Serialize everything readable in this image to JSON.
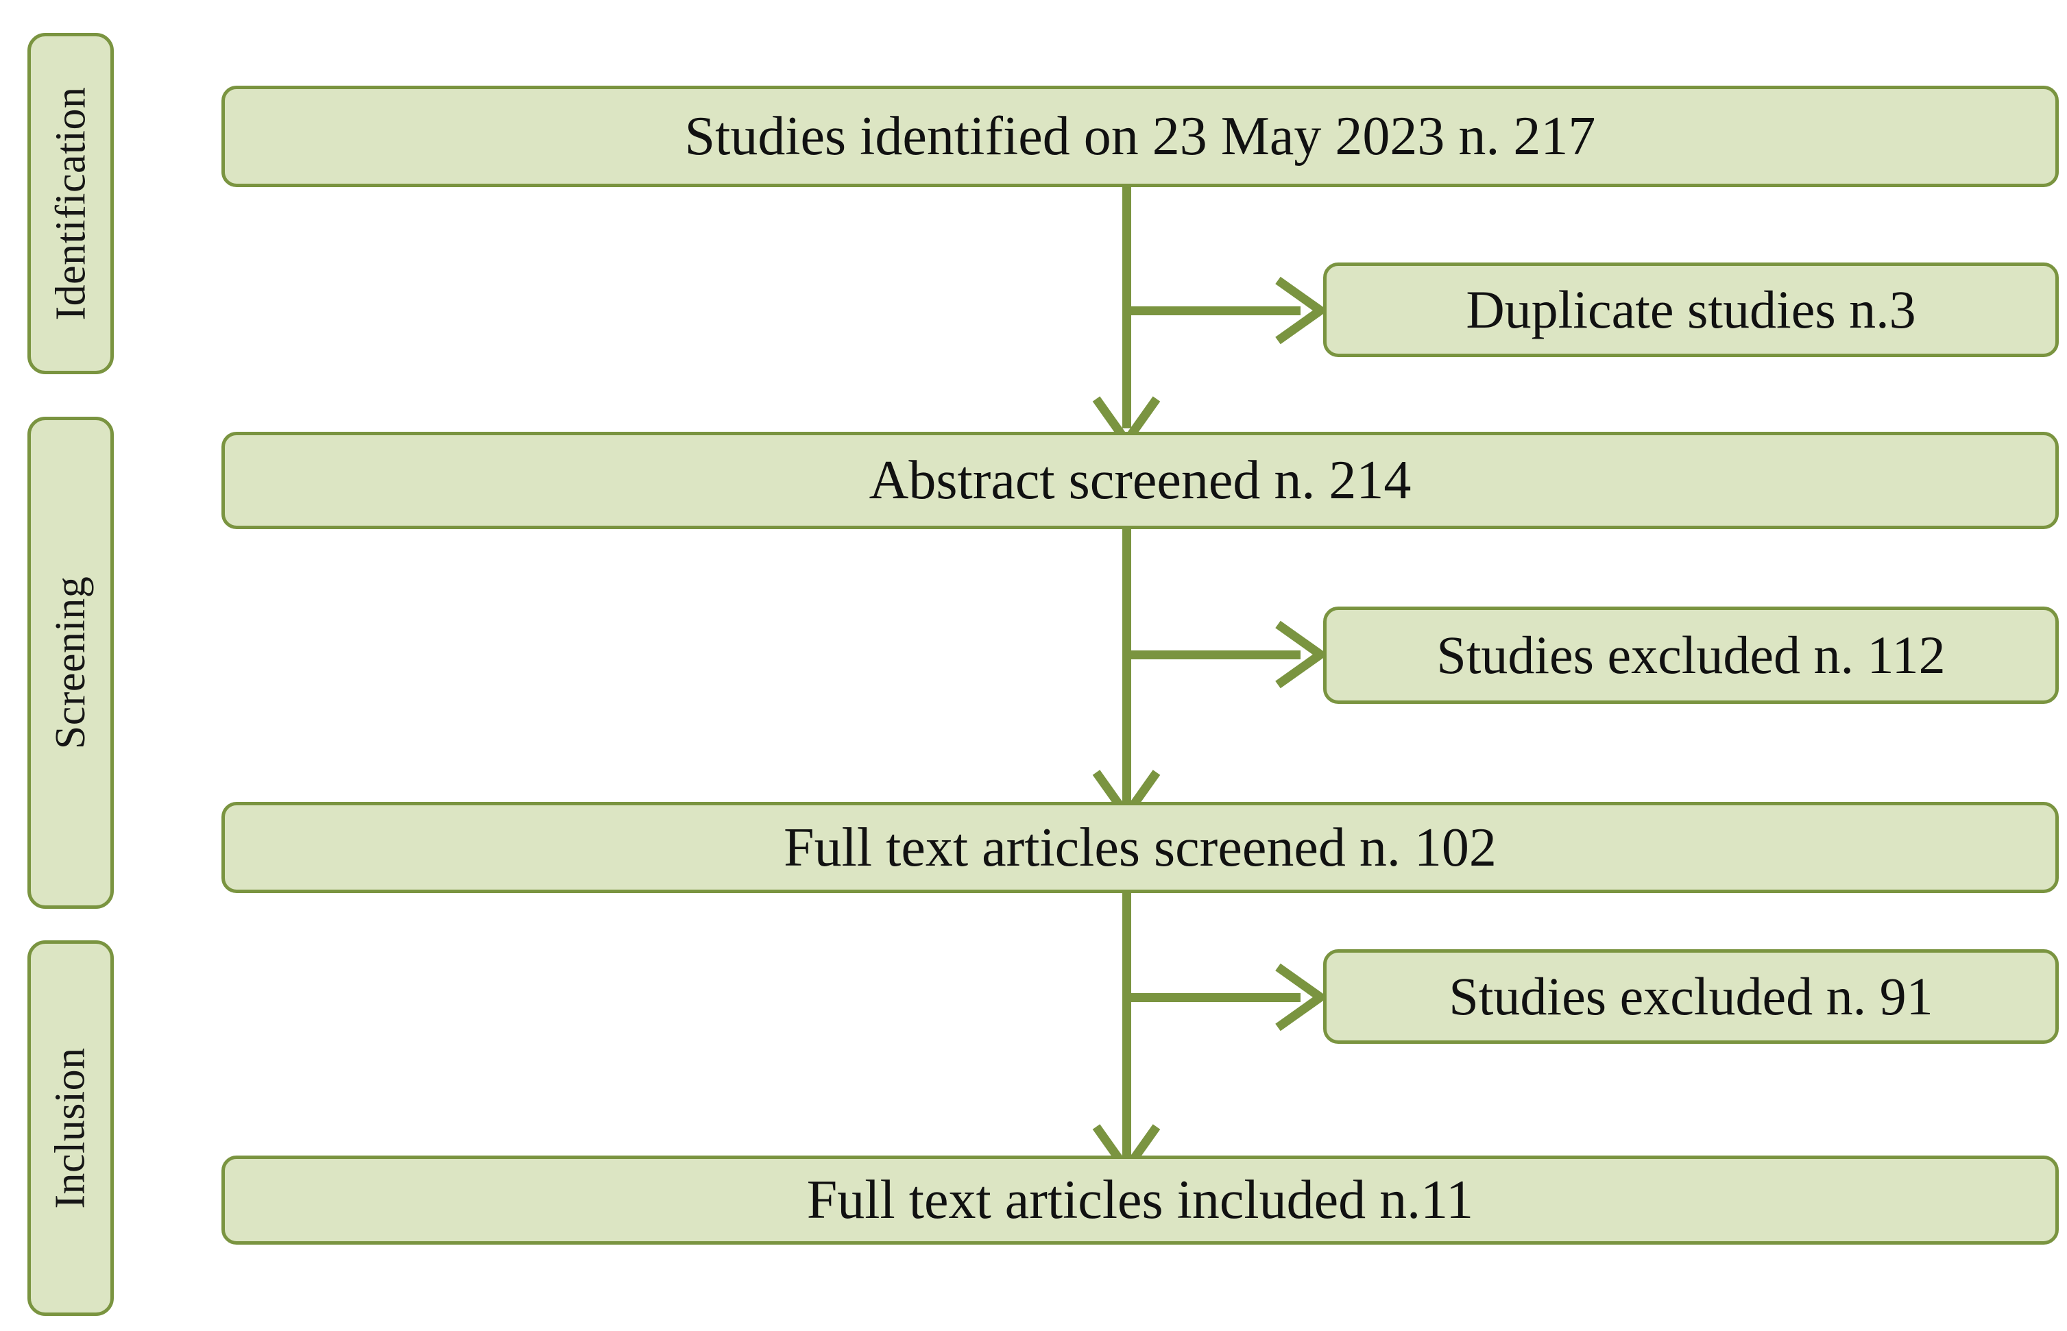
{
  "figure": {
    "type": "prisma-flow-diagram",
    "accent_color": "#7a9440",
    "box_fill_color": "#dce5c3",
    "text_color": "#111111"
  },
  "stages": [
    {
      "id": "identification",
      "label": "Identification"
    },
    {
      "id": "screening",
      "label": "Screening"
    },
    {
      "id": "inclusion",
      "label": "Inclusion"
    }
  ],
  "flow_boxes": [
    {
      "id": "identified",
      "label": "Studies identified on 23 May 2023 n. 217"
    },
    {
      "id": "abstract-screened",
      "label": "Abstract screened n. 214"
    },
    {
      "id": "fulltext-screened",
      "label": "Full text articles screened n. 102"
    },
    {
      "id": "fulltext-included",
      "label": "Full text articles included n.11"
    }
  ],
  "exclusion_boxes": [
    {
      "id": "duplicates",
      "label": "Duplicate studies n.3"
    },
    {
      "id": "excluded-112",
      "label": "Studies excluded n. 112"
    },
    {
      "id": "excluded-91",
      "label": "Studies excluded n. 91"
    }
  ],
  "chart_data": {
    "type": "diagram",
    "title": "PRISMA study selection flow",
    "nodes": [
      {
        "id": "identified",
        "stage": "Identification",
        "text": "Studies identified on 23 May 2023 n. 217",
        "n": 217
      },
      {
        "id": "duplicates",
        "stage": "Identification",
        "text": "Duplicate studies n.3",
        "n": 3
      },
      {
        "id": "abstract-screened",
        "stage": "Screening",
        "text": "Abstract screened n. 214",
        "n": 214
      },
      {
        "id": "excluded-112",
        "stage": "Screening",
        "text": "Studies excluded n. 112",
        "n": 112
      },
      {
        "id": "fulltext-screened",
        "stage": "Screening",
        "text": "Full text articles screened n. 102",
        "n": 102
      },
      {
        "id": "excluded-91",
        "stage": "Inclusion",
        "text": "Studies excluded n. 91",
        "n": 91
      },
      {
        "id": "fulltext-included",
        "stage": "Inclusion",
        "text": "Full text articles included n.11",
        "n": 11
      }
    ],
    "edges": [
      {
        "from": "identified",
        "to": "duplicates",
        "direction": "right"
      },
      {
        "from": "identified",
        "to": "abstract-screened",
        "direction": "down"
      },
      {
        "from": "abstract-screened",
        "to": "excluded-112",
        "direction": "right"
      },
      {
        "from": "abstract-screened",
        "to": "fulltext-screened",
        "direction": "down"
      },
      {
        "from": "fulltext-screened",
        "to": "excluded-91",
        "direction": "right"
      },
      {
        "from": "fulltext-screened",
        "to": "fulltext-included",
        "direction": "down"
      }
    ]
  }
}
